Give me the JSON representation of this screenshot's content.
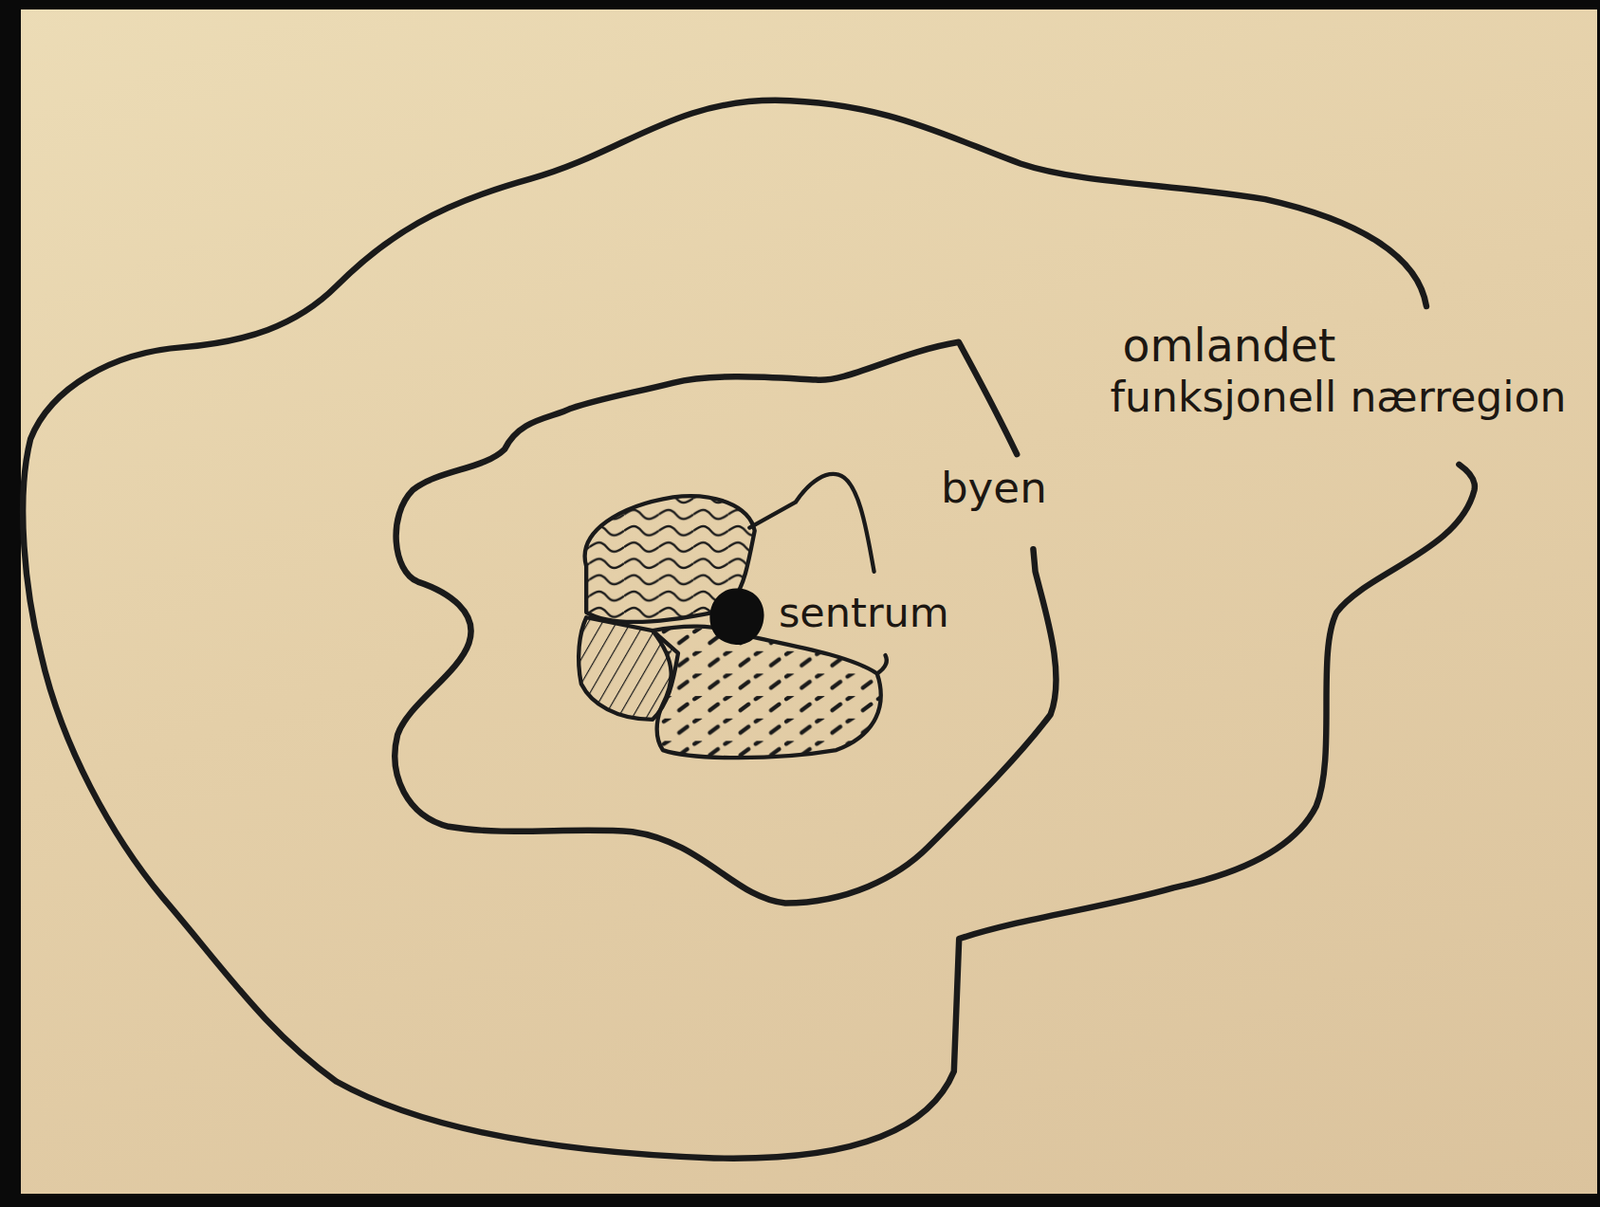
{
  "diagram": {
    "nodes": [
      {
        "text": [
          "omlandet",
          "funksjonell nærregion"
        ]
      },
      {
        "text": [
          "byen"
        ],
        "in": 0
      },
      {
        "text": [
          "sentrum"
        ],
        "in": 1
      }
    ]
  }
}
